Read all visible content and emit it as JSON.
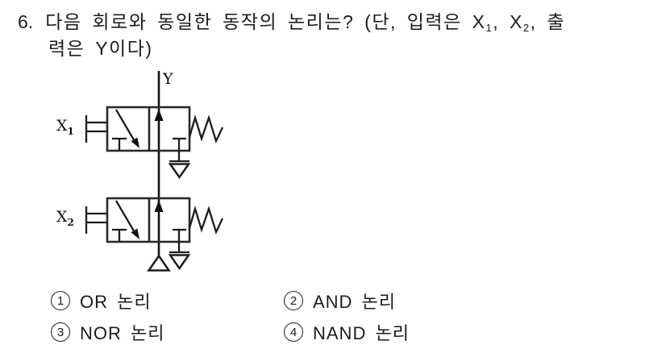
{
  "page": {
    "background": "#ffffff",
    "ink": "#1c1c1c"
  },
  "question": {
    "number": "6.",
    "line1_a": "다음 회로와 동일한 동작의 논리는? (단, 입력은 X",
    "sub1": "1",
    "line1_b": ", X",
    "sub2": "2",
    "line1_c": ", 출",
    "line2": "력은 Y이다)"
  },
  "diagram": {
    "description": "two pneumatic 3/2-way pilot-operated spring-return valves connected in series on output line Y",
    "output_label": "Y",
    "input1": {
      "base": "X",
      "sub": "1"
    },
    "input2": {
      "base": "X",
      "sub": "2"
    }
  },
  "options": [
    {
      "number": "1",
      "label": "OR 논리"
    },
    {
      "number": "2",
      "label": "AND 논리"
    },
    {
      "number": "3",
      "label": "NOR 논리"
    },
    {
      "number": "4",
      "label": "NAND 논리"
    }
  ]
}
